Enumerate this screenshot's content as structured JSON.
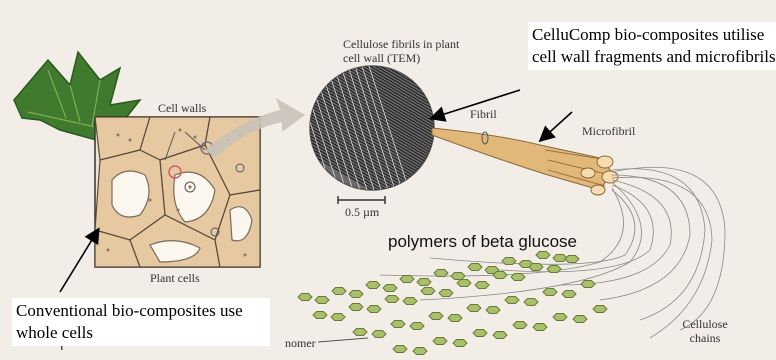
{
  "labels": {
    "cell_walls": "Cell walls",
    "plant_cells": "Plant cells",
    "tem_title": "Cellulose fibrils in plant cell wall (TEM)",
    "scale_bar": "0.5 µm",
    "fibril": "Fibril",
    "microfibril": "Microfibril",
    "polymers": "polymers of beta glucose",
    "cellulose_chains": "Cellulose chains",
    "monomer": "nomer"
  },
  "callouts": {
    "cellucomp": "CelluComp bio-composites utilise cell wall fragments and microfibrils",
    "conventional": "Conventional bio-composites use whole cells"
  },
  "colors": {
    "background": "#f2ede6",
    "leaf": "#3f7a2e",
    "cell_wall": "#e6c9a0",
    "fiber": "#e2b77a",
    "glucose": "#a8c06a",
    "arrow_grey": "#c9c2b8"
  }
}
